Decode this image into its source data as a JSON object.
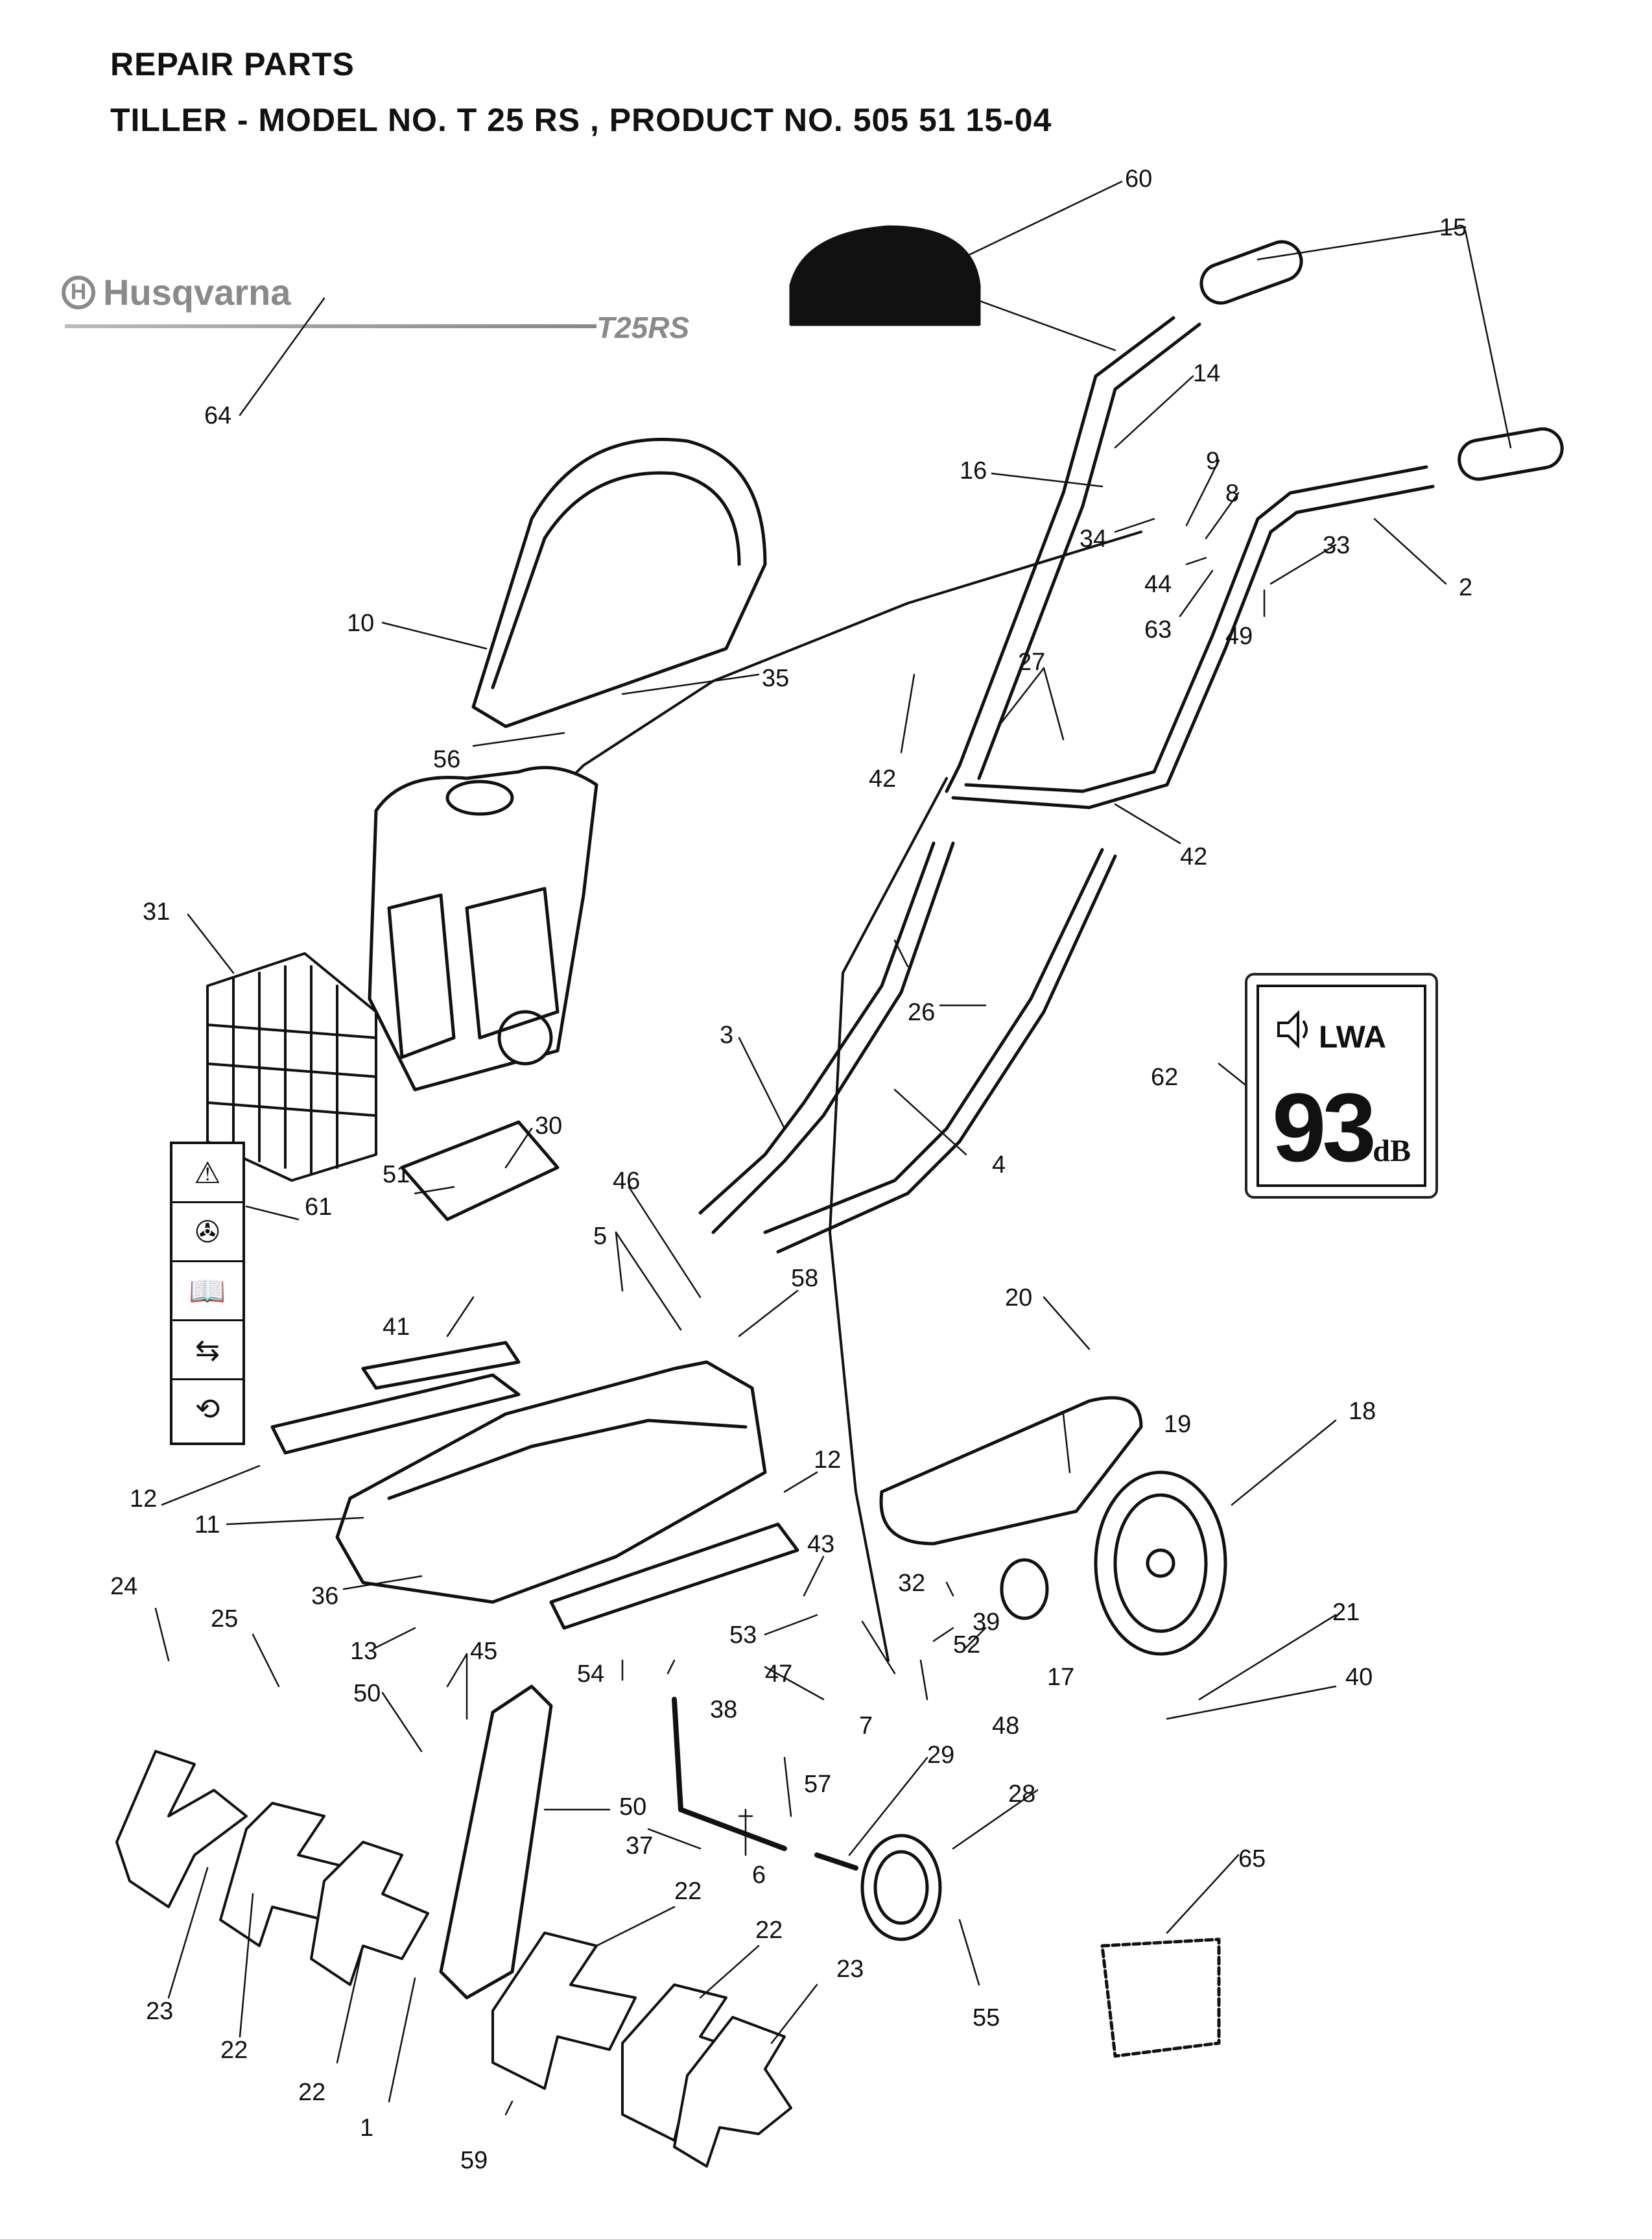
{
  "header": {
    "line1": "REPAIR PARTS",
    "line2": "TILLER - MODEL NO. T 25 RS , PRODUCT NO. 505 51 15-04"
  },
  "brand": {
    "name": "Husqvarna",
    "mark": "H",
    "model": "T25RS"
  },
  "noise_label": {
    "symbol": "LWA",
    "value": "93",
    "unit": "dB"
  },
  "callouts": [
    {
      "id": "c60",
      "text": "60"
    },
    {
      "id": "c15",
      "text": "15"
    },
    {
      "id": "c14",
      "text": "14"
    },
    {
      "id": "c16",
      "text": "16"
    },
    {
      "id": "c9",
      "text": "9"
    },
    {
      "id": "c8",
      "text": "8"
    },
    {
      "id": "c34",
      "text": "34"
    },
    {
      "id": "c33",
      "text": "33"
    },
    {
      "id": "c44",
      "text": "44"
    },
    {
      "id": "c2",
      "text": "2"
    },
    {
      "id": "c63",
      "text": "63"
    },
    {
      "id": "c49",
      "text": "49"
    },
    {
      "id": "c64",
      "text": "64"
    },
    {
      "id": "c10",
      "text": "10"
    },
    {
      "id": "c35",
      "text": "35"
    },
    {
      "id": "c27",
      "text": "27"
    },
    {
      "id": "c42a",
      "text": "42"
    },
    {
      "id": "c42b",
      "text": "42"
    },
    {
      "id": "c56",
      "text": "56"
    },
    {
      "id": "c31",
      "text": "31"
    },
    {
      "id": "c26",
      "text": "26"
    },
    {
      "id": "c62",
      "text": "62"
    },
    {
      "id": "c3",
      "text": "3"
    },
    {
      "id": "c4",
      "text": "4"
    },
    {
      "id": "c30",
      "text": "30"
    },
    {
      "id": "c51",
      "text": "51"
    },
    {
      "id": "c61",
      "text": "61"
    },
    {
      "id": "c46",
      "text": "46"
    },
    {
      "id": "c5",
      "text": "5"
    },
    {
      "id": "c58",
      "text": "58"
    },
    {
      "id": "c41",
      "text": "41"
    },
    {
      "id": "c20",
      "text": "20"
    },
    {
      "id": "c18",
      "text": "18"
    },
    {
      "id": "c19",
      "text": "19"
    },
    {
      "id": "c12a",
      "text": "12"
    },
    {
      "id": "c12b",
      "text": "12"
    },
    {
      "id": "c11",
      "text": "11"
    },
    {
      "id": "c43",
      "text": "43"
    },
    {
      "id": "c32",
      "text": "32"
    },
    {
      "id": "c36",
      "text": "36"
    },
    {
      "id": "c39",
      "text": "39"
    },
    {
      "id": "c24",
      "text": "24"
    },
    {
      "id": "c25",
      "text": "25"
    },
    {
      "id": "c13",
      "text": "13"
    },
    {
      "id": "c45",
      "text": "45"
    },
    {
      "id": "c53",
      "text": "53"
    },
    {
      "id": "c52",
      "text": "52"
    },
    {
      "id": "c21",
      "text": "21"
    },
    {
      "id": "c54",
      "text": "54"
    },
    {
      "id": "c47",
      "text": "47"
    },
    {
      "id": "c17",
      "text": "17"
    },
    {
      "id": "c40",
      "text": "40"
    },
    {
      "id": "c50a",
      "text": "50"
    },
    {
      "id": "c38",
      "text": "38"
    },
    {
      "id": "c7",
      "text": "7"
    },
    {
      "id": "c48",
      "text": "48"
    },
    {
      "id": "c29",
      "text": "29"
    },
    {
      "id": "c57",
      "text": "57"
    },
    {
      "id": "c50b",
      "text": "50"
    },
    {
      "id": "c28",
      "text": "28"
    },
    {
      "id": "c37",
      "text": "37"
    },
    {
      "id": "c6",
      "text": "6"
    },
    {
      "id": "c65",
      "text": "65"
    },
    {
      "id": "c22a",
      "text": "22"
    },
    {
      "id": "c22b",
      "text": "22"
    },
    {
      "id": "c23a",
      "text": "23"
    },
    {
      "id": "c55",
      "text": "55"
    },
    {
      "id": "c23b",
      "text": "23"
    },
    {
      "id": "c22c",
      "text": "22"
    },
    {
      "id": "c22d",
      "text": "22"
    },
    {
      "id": "c1",
      "text": "1"
    },
    {
      "id": "c59",
      "text": "59"
    }
  ]
}
